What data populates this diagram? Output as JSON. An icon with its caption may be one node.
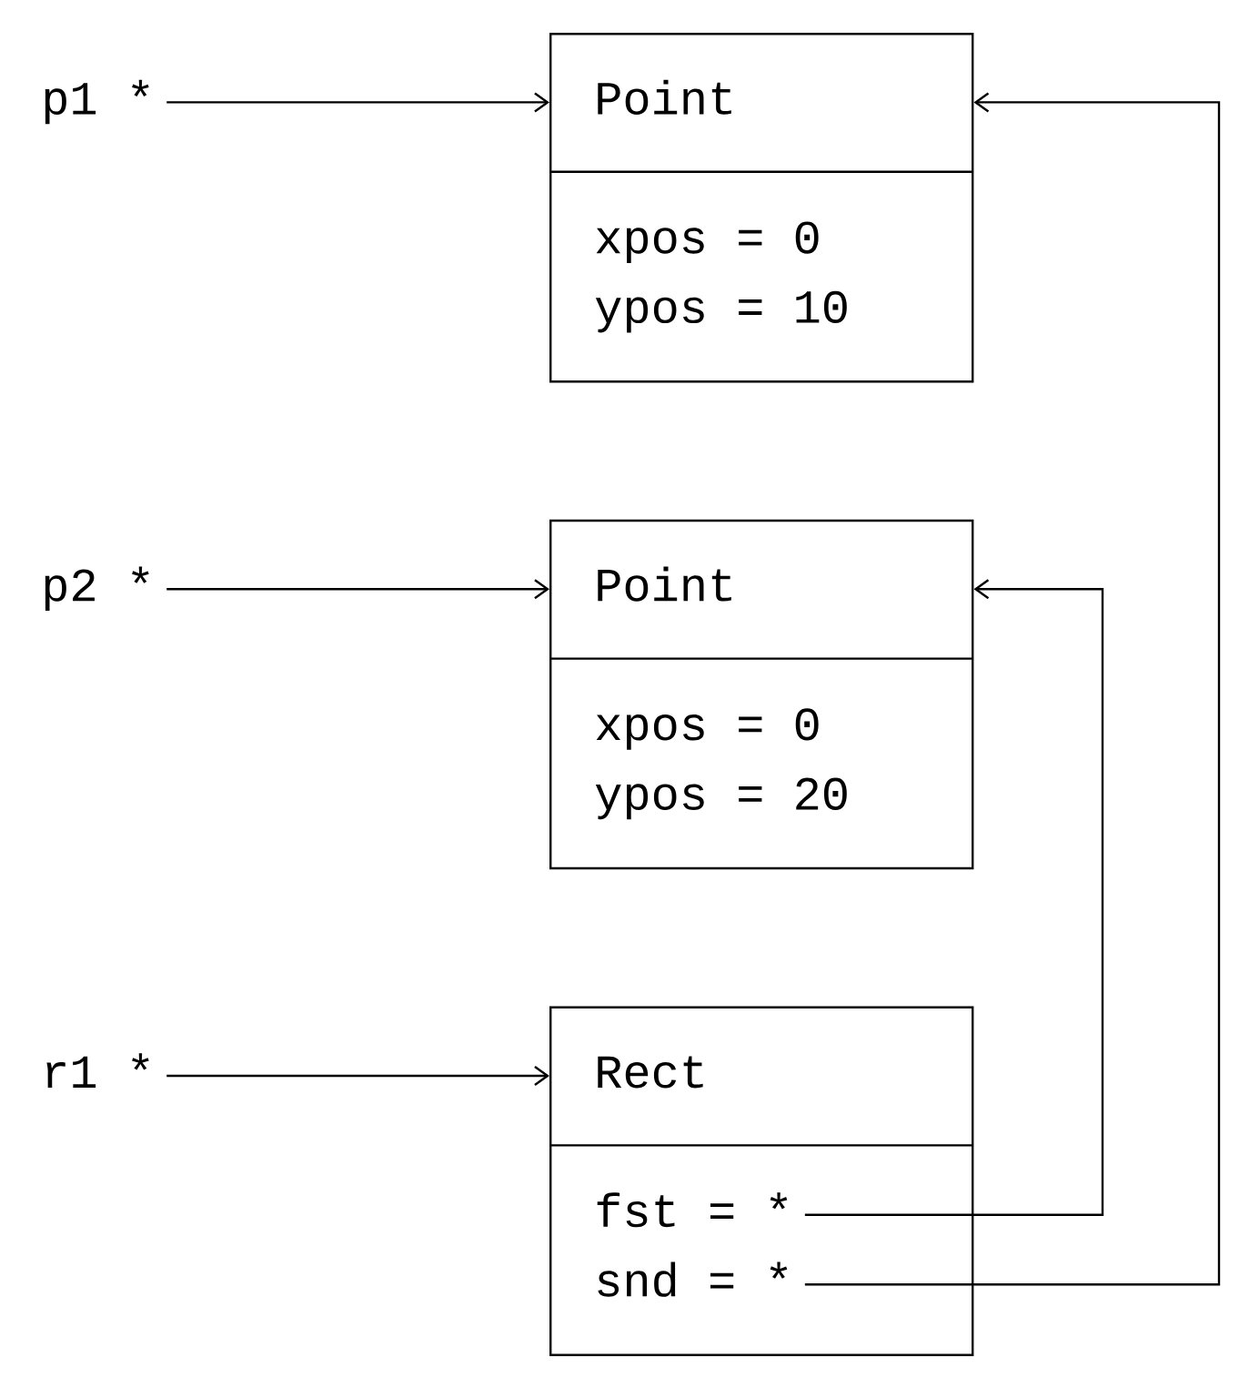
{
  "diagram": {
    "nodes": [
      {
        "text": [
          "p1 *"
        ]
      },
      {
        "text": [
          "Point",
          "xpos = 0",
          "ypos = 10"
        ]
      },
      {
        "text": [
          "p2 *"
        ]
      },
      {
        "text": [
          "Point",
          "xpos = 0",
          "ypos = 20"
        ]
      },
      {
        "text": [
          "r1 *"
        ]
      },
      {
        "text": [
          "Rect"
        ]
      },
      {
        "text": [
          "fst = *"
        ],
        "in": 5
      },
      {
        "text": [
          "snd = *"
        ],
        "in": 5
      }
    ],
    "edges": [
      {
        "from": 0,
        "to": 1,
        "arrow": "to"
      },
      {
        "from": 2,
        "to": 3,
        "arrow": "to"
      },
      {
        "from": 4,
        "to": 5,
        "arrow": "to"
      },
      {
        "from": 6,
        "to": 3,
        "arrow": "to"
      },
      {
        "from": 7,
        "to": 1,
        "arrow": "to"
      }
    ]
  }
}
